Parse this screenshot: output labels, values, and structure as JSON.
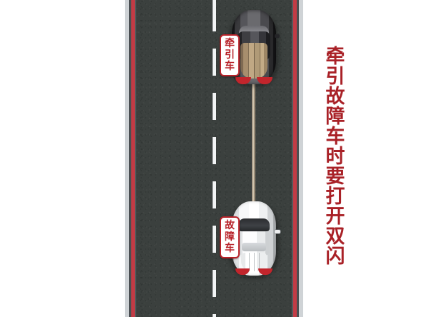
{
  "scene": {
    "title": "牵引故障车时要打开双闪",
    "caption_chars": [
      "牵",
      "引",
      "故",
      "障",
      "车",
      "时",
      "要",
      "打",
      "开",
      "双",
      "闪"
    ],
    "caption_color": "#a92127"
  },
  "road": {
    "surface_color": "#3b403e",
    "edge_red_color": "#c33b45",
    "edge_grey_color": "#cfd3d6",
    "center_line_color": "#f2f4f5",
    "center_line_style": "dashed"
  },
  "vehicles": {
    "tow": {
      "label_chars": [
        "牵",
        "引",
        "车"
      ],
      "label_text": "牵引车",
      "body_color": "#55555a",
      "hood_color": "#c0a884",
      "taillight_color": "#c2252c"
    },
    "broken": {
      "label_chars": [
        "故",
        "障",
        "车"
      ],
      "label_text": "故障车",
      "body_color": "#ffffff",
      "windshield_color": "#2b2d30",
      "taillight_color": "#c2252c"
    }
  },
  "tow_rope": {
    "color": "#cfc3ad",
    "name": "tow-rope"
  }
}
